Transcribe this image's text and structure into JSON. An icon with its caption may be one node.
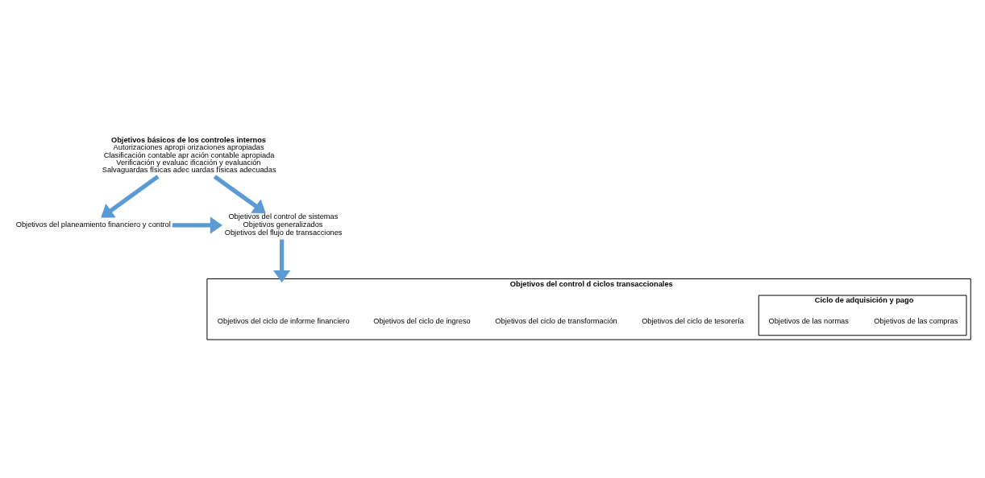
{
  "diagram": {
    "nodes": [
      {
        "text": [
          "Objetivos básicos de los controles internos",
          "Autorizaciones apropi orizaciones apropiadas",
          "Clasificación contable apr ación contable apropiada",
          "Verificación y evaluac ificación y evaluación",
          "Salvaguardas físicas adec uardas físicas adecuadas"
        ]
      },
      {
        "text": [
          "Objetivos del planeamiento financiero y control"
        ]
      },
      {
        "text": [
          "Objetivos del control de sistemas",
          "Objetivos generalizados",
          "Objetivos del flujo de transacciones"
        ]
      },
      {
        "text": [
          "Objetivos del control d ciclos transaccionales"
        ]
      },
      {
        "text": [
          "Objetivos del ciclo de tesorería"
        ],
        "in": 3
      },
      {
        "text": [
          "Ciclo de adquisición y pago"
        ],
        "in": 3
      },
      {
        "text": [
          "Objetivos de las compras"
        ],
        "in": 5
      },
      {
        "text": [
          "Objetivos de las normas"
        ],
        "in": 5
      },
      {
        "text": [
          "Objetivos del ciclo de transformación"
        ],
        "in": 3
      },
      {
        "text": [
          "Objetivos del ciclo de ingreso"
        ],
        "in": 3
      },
      {
        "text": [
          "Objetivos del ciclo de informe financiero"
        ],
        "in": 3
      }
    ],
    "edges": [
      {
        "from": 0,
        "to": 1,
        "arrow": "to"
      },
      {
        "from": 0,
        "to": 2,
        "arrow": "to"
      },
      {
        "from": 1,
        "to": 2,
        "arrow": "to"
      },
      {
        "from": 2,
        "to": 3,
        "arrow": "to"
      }
    ]
  }
}
